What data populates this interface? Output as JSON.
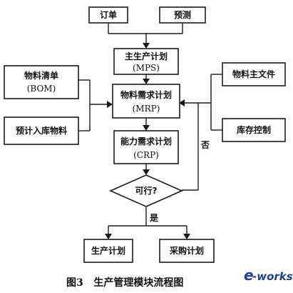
{
  "nodes": {
    "order": "订单",
    "forecast": "预测",
    "mps_line1": "主生产计划",
    "mps_line2": "(MPS)",
    "bom_line1": "物料清单",
    "bom_line2": "(BOM)",
    "planned_receipts": "预计入库物料",
    "mrp_line1": "物料需求计划",
    "mrp_line2": "(MRP)",
    "item_master": "物料主文件",
    "inventory_control": "库存控制",
    "crp_line1": "能力需求计划",
    "crp_line2": "(CRP)",
    "feasible": "可行?",
    "production_plan": "生产计划",
    "purchase_plan": "采购计划"
  },
  "edge_labels": {
    "yes": "是",
    "no": "否"
  },
  "caption": "图3   生产管理模块流程图",
  "watermark": {
    "e": "e",
    "rest": "-works"
  }
}
